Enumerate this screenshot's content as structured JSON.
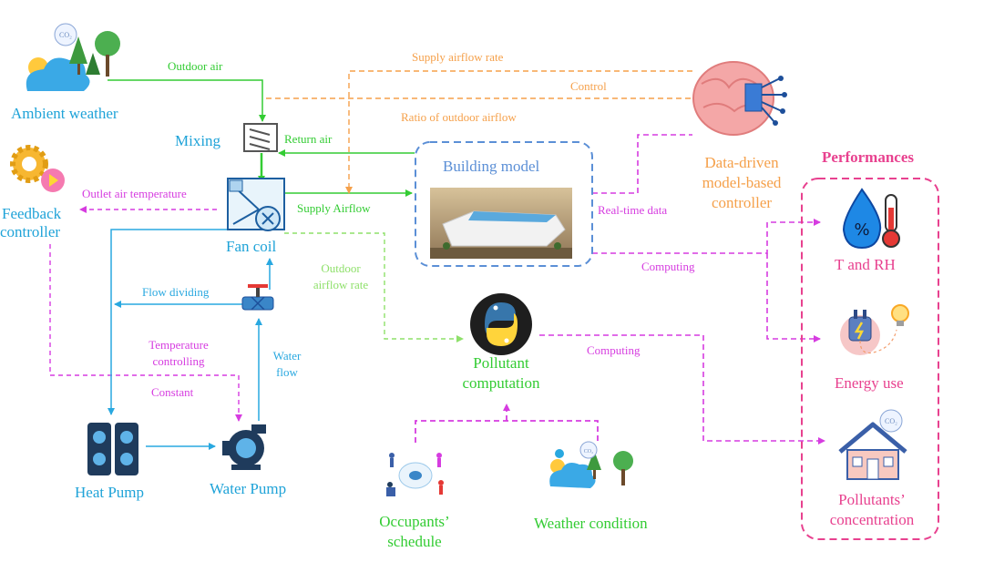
{
  "labels": {
    "ambient_weather": "Ambient weather",
    "outdoor_air": "Outdoor air",
    "supply_airflow_rate": "Supply airflow rate",
    "control": "Control",
    "ratio_outdoor_airflow": "Ratio of outdoor airflow",
    "mixing": "Mixing",
    "return_air": "Return air",
    "building_model": "Building model",
    "feedback_controller_1": "Feedback",
    "feedback_controller_2": "controller",
    "outlet_air_temperature": "Outlet air temperature",
    "supply_airflow": "Supply Airflow",
    "fan_coil": "Fan coil",
    "data_driven_1": "Data-driven",
    "data_driven_2": "model-based",
    "data_driven_3": "controller",
    "real_time_data": "Real-time data",
    "performances": "Performances",
    "t_and_rh": "T and RH",
    "computing_1": "Computing",
    "outdoor_airflow_rate_1": "Outdoor",
    "outdoor_airflow_rate_2": "airflow rate",
    "flow_dividing": "Flow dividing",
    "temperature_controlling_1": "Temperature",
    "temperature_controlling_2": "controlling",
    "constant": "Constant",
    "water_flow_1": "Water",
    "water_flow_2": "flow",
    "pollutant_computation_1": "Pollutant",
    "pollutant_computation_2": "computation",
    "computing_2": "Computing",
    "energy_use": "Energy use",
    "heat_pump": "Heat Pump",
    "water_pump": "Water Pump",
    "occupants_schedule_1": "Occupants’",
    "occupants_schedule_2": "schedule",
    "weather_condition": "Weather condition",
    "pollutants_concentration_1": "Pollutants’",
    "pollutants_concentration_2": "concentration",
    "co2": "CO₂"
  },
  "colors": {
    "blue_label": "#1fa3d8",
    "green": "#33cc33",
    "orange": "#f5a04a",
    "magenta": "#d63ce0",
    "pink": "#e8418f",
    "water_blue": "#29a8e0",
    "building_blue": "#5b8fd6",
    "lime_dash": "#8ee06a"
  },
  "icons": [
    "cloud-sun-trees-icon",
    "gear-play-icon",
    "mixing-box-icon",
    "fan-coil-icon",
    "brain-chip-icon",
    "building-photo-icon",
    "python-logo-icon",
    "valve-icon",
    "heat-pump-icon",
    "water-pump-icon",
    "drop-thermometer-icon",
    "plug-bulb-icon",
    "house-co2-icon",
    "occupants-icon",
    "weather-trees-icon"
  ]
}
